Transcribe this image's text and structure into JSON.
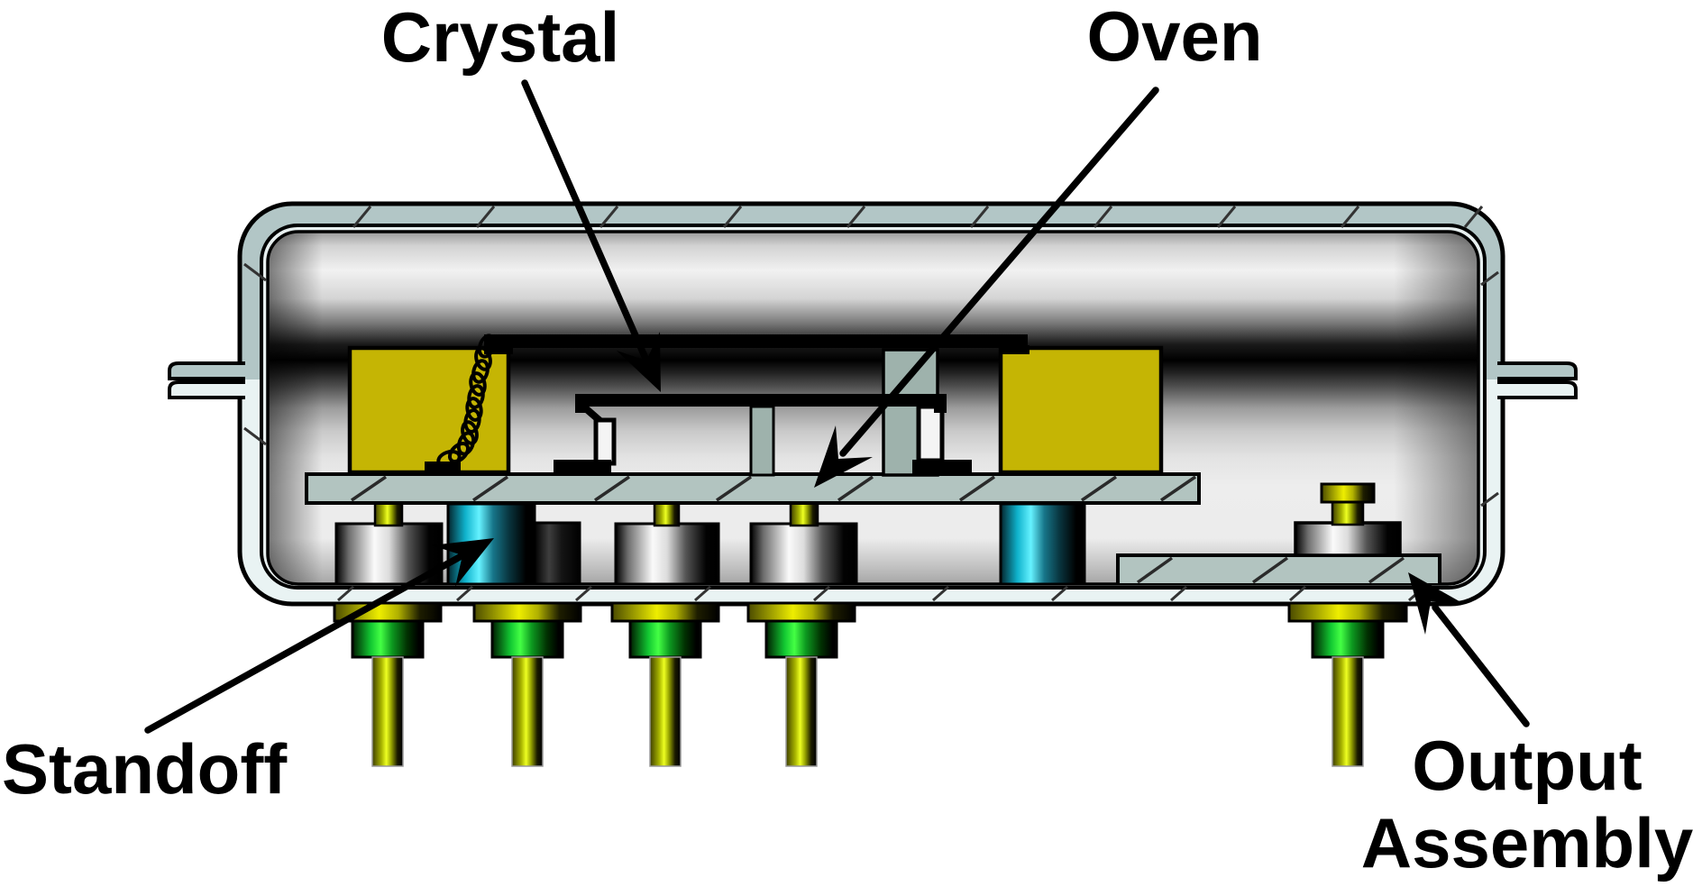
{
  "labels": {
    "crystal": "Crystal",
    "oven": "Oven",
    "standoff": "Standoff",
    "output_assembly": {
      "line1": "Output",
      "line2": "Assembly"
    }
  },
  "colors": {
    "background": "#ffffff",
    "text": "#000000",
    "outline": "#000000",
    "wall_top": "#b2c6c6",
    "wall_bottom": "#e9f3f3",
    "wall_inner": "#e7efef",
    "deck": "#b2c4c0",
    "post": "#9eb2ac",
    "block_yellow": "#c5b504",
    "cyan_bright": "#66f2ff",
    "green_bright": "#44ff44",
    "yellow_bright": "#eeff22"
  }
}
